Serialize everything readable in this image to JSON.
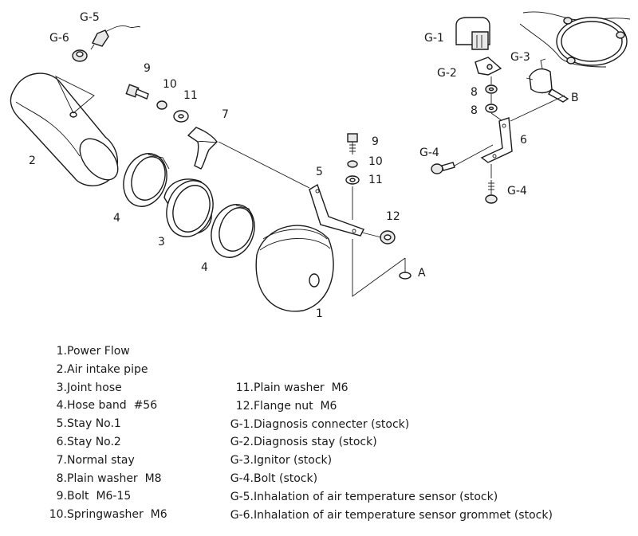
{
  "callouts": {
    "c1": "1",
    "c2": "2",
    "c3": "3",
    "c4a": "4",
    "c4b": "4",
    "c5": "5",
    "c6": "6",
    "c7": "7",
    "c8a": "8",
    "c8b": "8",
    "c9a": "9",
    "c9b": "9",
    "c10a": "10",
    "c10b": "10",
    "c11a": "11",
    "c11b": "11",
    "c12": "12",
    "g1": "G-1",
    "g2": "G-2",
    "g3": "G-3",
    "g4a": "G-4",
    "g4b": "G-4",
    "g5": "G-5",
    "g6": "G-6",
    "a": "A",
    "b": "B"
  },
  "legend_left": [
    {
      "num": "1.",
      "text": "Power Flow"
    },
    {
      "num": "2.",
      "text": "Air intake pipe"
    },
    {
      "num": "3.",
      "text": "Joint hose"
    },
    {
      "num": "4.",
      "text": "Hose band  #56"
    },
    {
      "num": "5.",
      "text": "Stay No.1"
    },
    {
      "num": "6.",
      "text": "Stay No.2"
    },
    {
      "num": "7.",
      "text": "Normal stay"
    },
    {
      "num": "8.",
      "text": "Plain washer  M8"
    },
    {
      "num": "9.",
      "text": "Bolt  M6-15"
    },
    {
      "num": "10.",
      "text": "Springwasher  M6"
    }
  ],
  "legend_right": [
    {
      "num": "11.",
      "text": "Plain washer  M6"
    },
    {
      "num": "12.",
      "text": "Flange nut  M6"
    },
    {
      "num": "G-1.",
      "text": "Diagnosis connecter (stock)"
    },
    {
      "num": "G-2.",
      "text": "Diagnosis stay (stock)"
    },
    {
      "num": "G-3.",
      "text": "Ignitor (stock)"
    },
    {
      "num": "G-4.",
      "text": "Bolt (stock)"
    },
    {
      "num": "G-5.",
      "text": "Inhalation of air temperature sensor (stock)"
    },
    {
      "num": "G-6.",
      "text": "Inhalation of air temperature sensor grommet (stock)"
    }
  ]
}
